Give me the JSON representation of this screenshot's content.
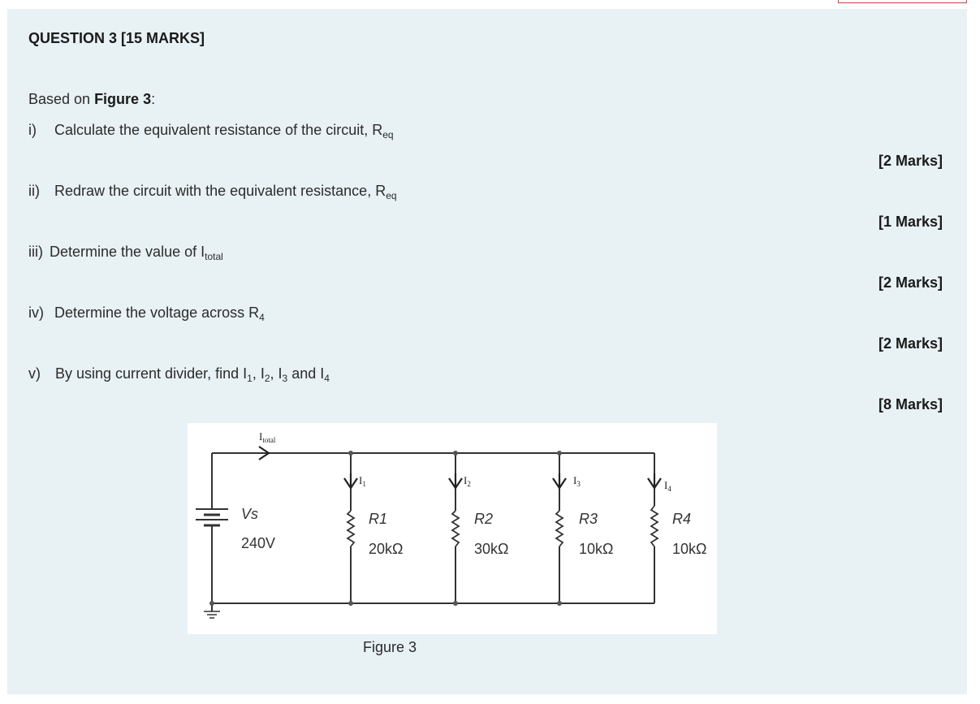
{
  "question": {
    "title": "QUESTION 3 [15 MARKS]",
    "intro_prefix": "Based on ",
    "intro_bold": "Figure 3",
    "intro_suffix": ":",
    "items": [
      {
        "num": "i)",
        "text": "Calculate the equivalent resistance of the circuit, R",
        "sub": "eq",
        "marks": "[2 Marks]"
      },
      {
        "num": "ii)",
        "text": "Redraw the circuit with the equivalent resistance, R",
        "sub": "eq",
        "marks": "[1 Marks]"
      },
      {
        "num": "iii)",
        "text": "Determine the value of I",
        "sub": "total",
        "marks": "[2 Marks]"
      },
      {
        "num": "iv)",
        "text": "Determine the voltage across R",
        "sub": "4",
        "marks": "[2 Marks]"
      },
      {
        "num": "v)",
        "text_a": "By using current divider, find I",
        "s1": "1",
        "s2": "2",
        "s3": "3",
        "s4": "4",
        "and": " and I",
        "marks": "[8 Marks]"
      }
    ]
  },
  "figure": {
    "caption": "Figure 3",
    "source_name": "Vs",
    "source_value": "240V",
    "current_total_main": "I",
    "current_total_sub": "total",
    "branches": [
      {
        "current_main": "I",
        "current_sub": "1",
        "name": "R1",
        "value": "20kΩ"
      },
      {
        "current_main": "I",
        "current_sub": "2",
        "name": "R2",
        "value": "30kΩ"
      },
      {
        "current_main": "I",
        "current_sub": "3",
        "name": "R3",
        "value": "10kΩ"
      },
      {
        "current_main": "I",
        "current_sub": "4",
        "name": "R4",
        "value": "10kΩ"
      }
    ]
  }
}
